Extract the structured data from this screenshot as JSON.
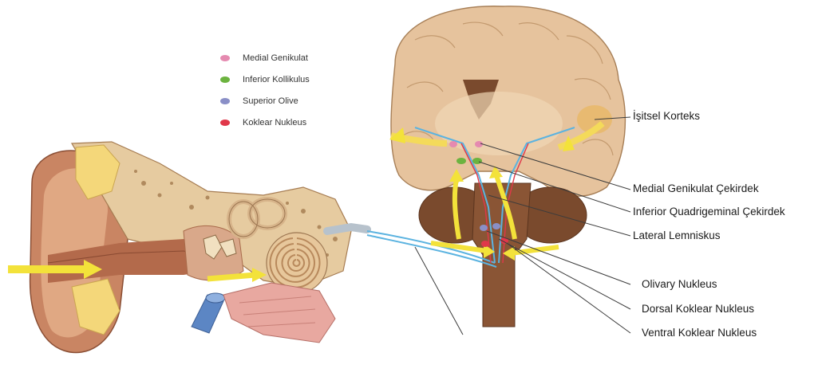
{
  "legend": [
    {
      "label": "Medial Genikulat",
      "color": "#e58ab0"
    },
    {
      "label": "Inferior Kollikulus",
      "color": "#6cb33f"
    },
    {
      "label": "Superior Olive",
      "color": "#8a8fc7"
    },
    {
      "label": "Koklear Nukleus",
      "color": "#e0384a"
    }
  ],
  "callouts": [
    {
      "label": "İşitsel Korteks"
    },
    {
      "label": "Medial Genikulat Çekirdek"
    },
    {
      "label": "Inferior Quadrigeminal Çekirdek"
    },
    {
      "label": "Lateral Lemniskus"
    },
    {
      "label": "Olivary Nukleus"
    },
    {
      "label": "Dorsal Koklear Nukleus"
    },
    {
      "label": "Ventral Koklear Nukleus"
    }
  ],
  "colors": {
    "arrow": "#f3e23a",
    "nerve": "#5bb3e0",
    "brain": "#e6c39d",
    "brainstem": "#7a4a2d",
    "skin": "#d79a78"
  }
}
